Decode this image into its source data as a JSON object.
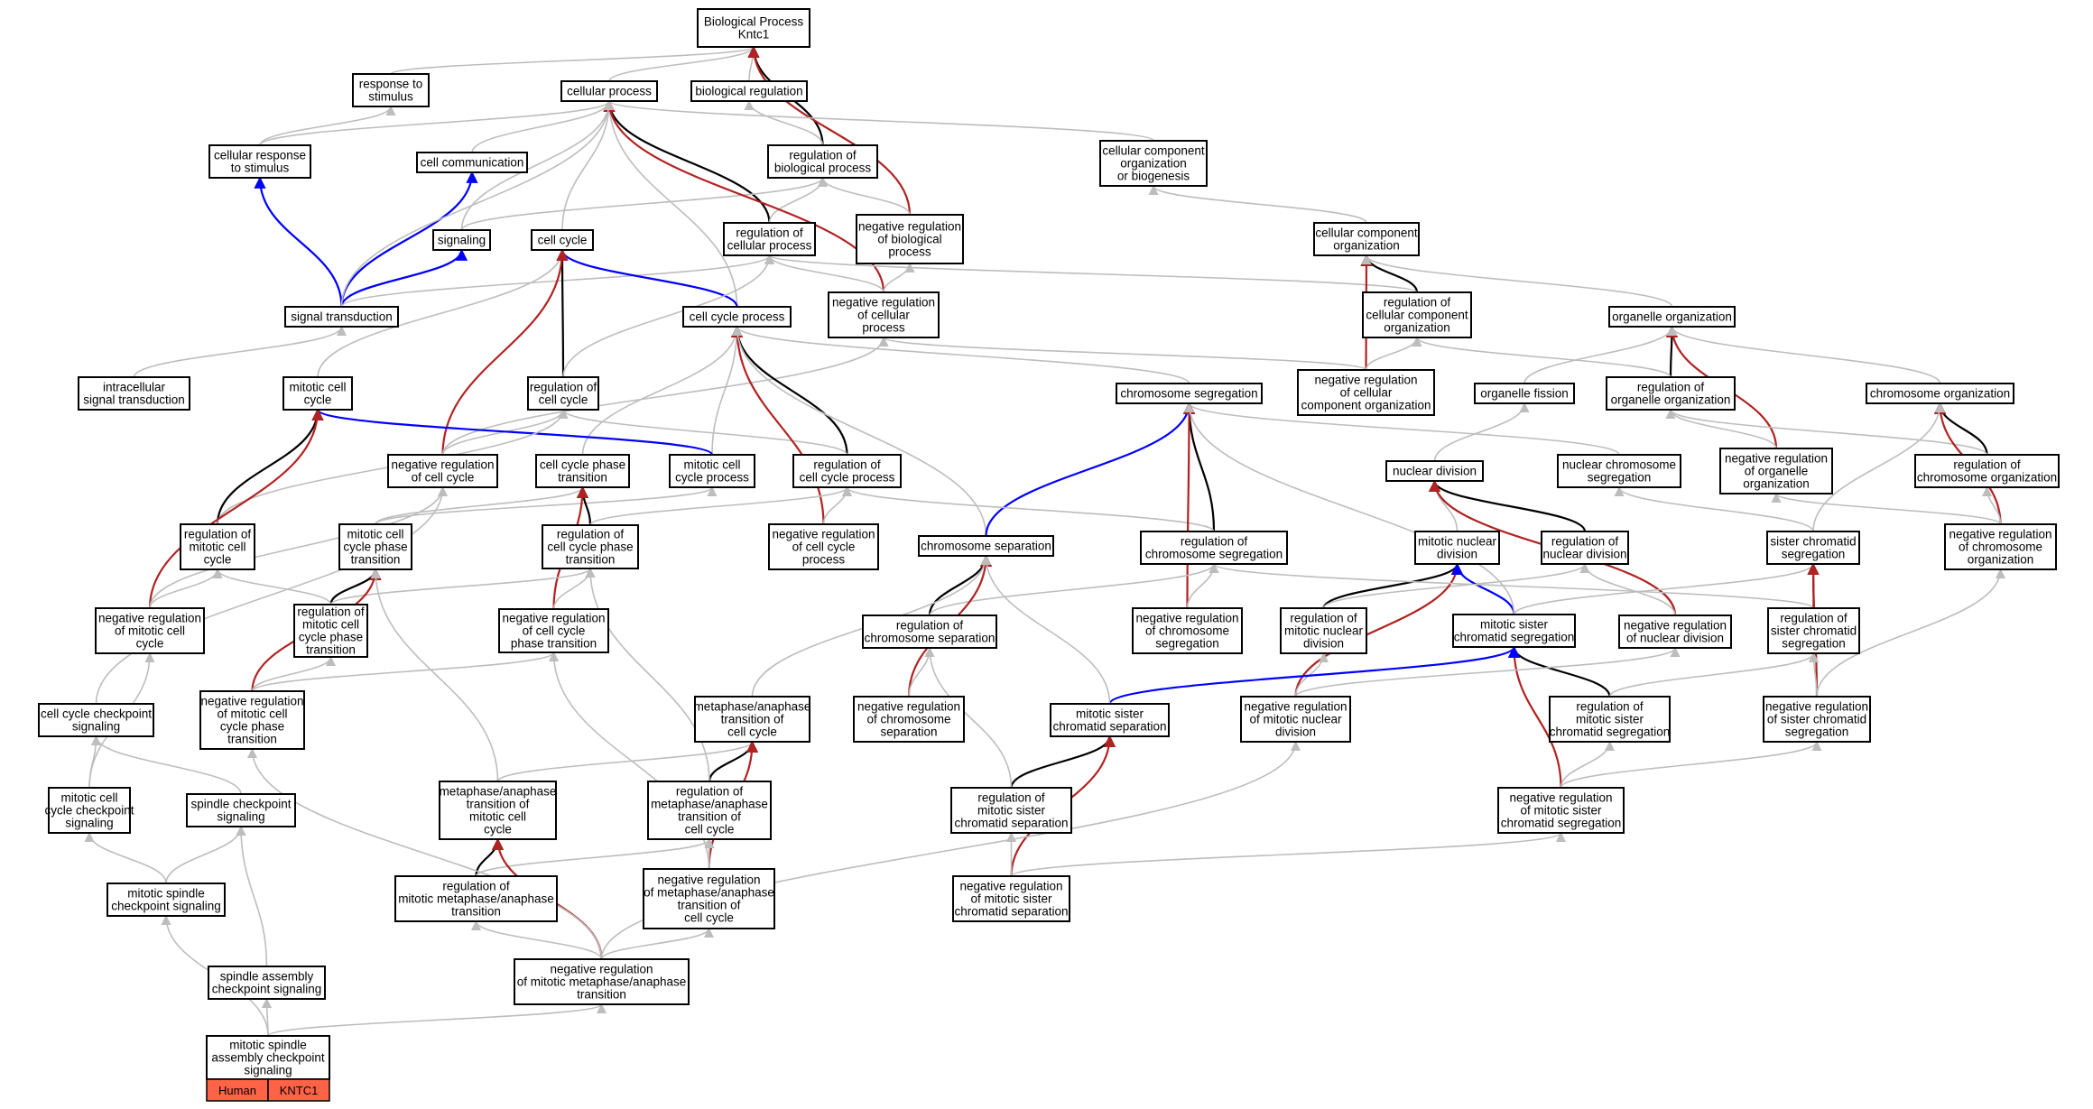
{
  "title": "Biological Process Kntc1",
  "colors": {
    "is_a": "#bdbdbd",
    "part_of": "#000000",
    "negatively_regulates": "#b22222",
    "positively_regulates": "#0000ff",
    "annotation": "#ff6347"
  },
  "nodes": [
    {
      "id": "bp",
      "lines": [
        "Biological Process",
        "Kntc1"
      ]
    },
    {
      "id": "resp",
      "lines": [
        "response to",
        "stimulus"
      ]
    },
    {
      "id": "cellproc",
      "lines": [
        "cellular process"
      ]
    },
    {
      "id": "bioreg",
      "lines": [
        "biological regulation"
      ]
    },
    {
      "id": "cellresp",
      "lines": [
        "cellular response",
        "to stimulus"
      ]
    },
    {
      "id": "cellcomm",
      "lines": [
        "cell communication"
      ]
    },
    {
      "id": "regbio",
      "lines": [
        "regulation of",
        "biological process"
      ]
    },
    {
      "id": "ccorgbio",
      "lines": [
        "cellular component",
        "organization",
        "or biogenesis"
      ]
    },
    {
      "id": "signaling",
      "lines": [
        "signaling"
      ]
    },
    {
      "id": "cellcycle",
      "lines": [
        "cell cycle"
      ]
    },
    {
      "id": "regcell",
      "lines": [
        "regulation of",
        "cellular process"
      ]
    },
    {
      "id": "negregbio",
      "lines": [
        "negative regulation",
        "of biological",
        "process"
      ]
    },
    {
      "id": "ccorg",
      "lines": [
        "cellular component",
        "organization"
      ]
    },
    {
      "id": "sigtrans",
      "lines": [
        "signal transduction"
      ]
    },
    {
      "id": "ccproc",
      "lines": [
        "cell cycle process"
      ]
    },
    {
      "id": "negregcell",
      "lines": [
        "negative regulation",
        "of cellular",
        "process"
      ]
    },
    {
      "id": "regccorg",
      "lines": [
        "regulation of",
        "cellular component",
        "organization"
      ]
    },
    {
      "id": "orgorg",
      "lines": [
        "organelle organization"
      ]
    },
    {
      "id": "intrasig",
      "lines": [
        "intracellular",
        "signal transduction"
      ]
    },
    {
      "id": "mitcc",
      "lines": [
        "mitotic cell",
        "cycle"
      ]
    },
    {
      "id": "regcc",
      "lines": [
        "regulation of",
        "cell cycle"
      ]
    },
    {
      "id": "chromseg",
      "lines": [
        "chromosome segregation"
      ]
    },
    {
      "id": "negregccorg",
      "lines": [
        "negative regulation",
        "of cellular",
        "component organization"
      ]
    },
    {
      "id": "orgfis",
      "lines": [
        "organelle fission"
      ]
    },
    {
      "id": "regorgorg",
      "lines": [
        "regulation of",
        "organelle organization"
      ]
    },
    {
      "id": "chromorg",
      "lines": [
        "chromosome organization"
      ]
    },
    {
      "id": "negregcc",
      "lines": [
        "negative regulation",
        "of cell cycle"
      ]
    },
    {
      "id": "ccphase",
      "lines": [
        "cell cycle phase",
        "transition"
      ]
    },
    {
      "id": "mitccproc",
      "lines": [
        "mitotic cell",
        "cycle process"
      ]
    },
    {
      "id": "regccproc",
      "lines": [
        "regulation of",
        "cell cycle process"
      ]
    },
    {
      "id": "nucdiv",
      "lines": [
        "nuclear division"
      ]
    },
    {
      "id": "nucchromseg",
      "lines": [
        "nuclear chromosome",
        "segregation"
      ]
    },
    {
      "id": "negregorgorg",
      "lines": [
        "negative regulation",
        "of organelle",
        "organization"
      ]
    },
    {
      "id": "regchromorg",
      "lines": [
        "regulation of",
        "chromosome organization"
      ]
    },
    {
      "id": "regmitcc",
      "lines": [
        "regulation of",
        "mitotic cell",
        "cycle"
      ]
    },
    {
      "id": "mitccphase",
      "lines": [
        "mitotic cell",
        "cycle phase",
        "transition"
      ]
    },
    {
      "id": "regccphase",
      "lines": [
        "regulation of",
        "cell cycle phase",
        "transition"
      ]
    },
    {
      "id": "negregccproc",
      "lines": [
        "negative regulation",
        "of cell cycle",
        "process"
      ]
    },
    {
      "id": "chromsep",
      "lines": [
        "chromosome separation"
      ]
    },
    {
      "id": "regchromseg",
      "lines": [
        "regulation of",
        "chromosome segregation"
      ]
    },
    {
      "id": "mitnucdiv",
      "lines": [
        "mitotic nuclear",
        "division"
      ]
    },
    {
      "id": "regnucdiv",
      "lines": [
        "regulation of",
        "nuclear division"
      ]
    },
    {
      "id": "sischromseg",
      "lines": [
        "sister chromatid",
        "segregation"
      ]
    },
    {
      "id": "negregchromorg",
      "lines": [
        "negative regulation",
        "of chromosome",
        "organization"
      ]
    },
    {
      "id": "negregmitcc",
      "lines": [
        "negative regulation",
        "of mitotic cell",
        "cycle"
      ]
    },
    {
      "id": "regmitccphase",
      "lines": [
        "regulation of",
        "mitotic cell",
        "cycle phase",
        "transition"
      ]
    },
    {
      "id": "negregccphase",
      "lines": [
        "negative regulation",
        "of cell cycle",
        "phase transition"
      ]
    },
    {
      "id": "regchromsep",
      "lines": [
        "regulation of",
        "chromosome separation"
      ]
    },
    {
      "id": "negregchromseg",
      "lines": [
        "negative regulation",
        "of chromosome",
        "segregation"
      ]
    },
    {
      "id": "regmitnucdiv",
      "lines": [
        "regulation of",
        "mitotic nuclear",
        "division"
      ]
    },
    {
      "id": "mitsischromseg",
      "lines": [
        "mitotic sister",
        "chromatid segregation"
      ]
    },
    {
      "id": "negregnucdiv",
      "lines": [
        "negative regulation",
        "of nuclear division"
      ]
    },
    {
      "id": "regsischromseg",
      "lines": [
        "regulation of",
        "sister chromatid",
        "segregation"
      ]
    },
    {
      "id": "cccheck",
      "lines": [
        "cell cycle checkpoint",
        "signaling"
      ]
    },
    {
      "id": "negregmitccphase",
      "lines": [
        "negative regulation",
        "of mitotic cell",
        "cycle phase",
        "transition"
      ]
    },
    {
      "id": "metatrans",
      "lines": [
        "metaphase/anaphase",
        "transition of",
        "cell cycle"
      ]
    },
    {
      "id": "negregchromsep",
      "lines": [
        "negative regulation",
        "of chromosome",
        "separation"
      ]
    },
    {
      "id": "mitsischromsep",
      "lines": [
        "mitotic sister",
        "chromatid separation"
      ]
    },
    {
      "id": "negregmitnucdiv",
      "lines": [
        "negative regulation",
        "of mitotic nuclear",
        "division"
      ]
    },
    {
      "id": "regmitsischromseg",
      "lines": [
        "regulation of",
        "mitotic sister",
        "chromatid segregation"
      ]
    },
    {
      "id": "negregsischromseg",
      "lines": [
        "negative regulation",
        "of sister chromatid",
        "segregation"
      ]
    },
    {
      "id": "mitcccheck",
      "lines": [
        "mitotic cell",
        "cycle checkpoint",
        "signaling"
      ]
    },
    {
      "id": "spincheck",
      "lines": [
        "spindle checkpoint",
        "signaling"
      ]
    },
    {
      "id": "metamit",
      "lines": [
        "metaphase/anaphase",
        "transition of",
        "mitotic cell",
        "cycle"
      ]
    },
    {
      "id": "regmetatrans",
      "lines": [
        "regulation of",
        "metaphase/anaphase",
        "transition of",
        "cell cycle"
      ]
    },
    {
      "id": "regmitsischromsep",
      "lines": [
        "regulation of",
        "mitotic sister",
        "chromatid separation"
      ]
    },
    {
      "id": "negregmitsischromseg",
      "lines": [
        "negative regulation",
        "of mitotic sister",
        "chromatid segregation"
      ]
    },
    {
      "id": "mitspincheck",
      "lines": [
        "mitotic spindle",
        "checkpoint signaling"
      ]
    },
    {
      "id": "regmitmeta",
      "lines": [
        "regulation of",
        "mitotic metaphase/anaphase",
        "transition"
      ]
    },
    {
      "id": "negregmetatrans",
      "lines": [
        "negative regulation",
        "of metaphase/anaphase",
        "transition of",
        "cell cycle"
      ]
    },
    {
      "id": "negregmitsischromsep",
      "lines": [
        "negative regulation",
        "of mitotic sister",
        "chromatid separation"
      ]
    },
    {
      "id": "negregmitmeta",
      "lines": [
        "negative regulation",
        "of mitotic metaphase/anaphase",
        "transition"
      ]
    },
    {
      "id": "spinassem",
      "lines": [
        "spindle assembly",
        "checkpoint signaling"
      ]
    },
    {
      "id": "mitspinassem",
      "lines": [
        "mitotic spindle",
        "assembly checkpoint",
        "signaling"
      ]
    }
  ],
  "annotation": {
    "species": "Human",
    "gene": "KNTC1"
  }
}
